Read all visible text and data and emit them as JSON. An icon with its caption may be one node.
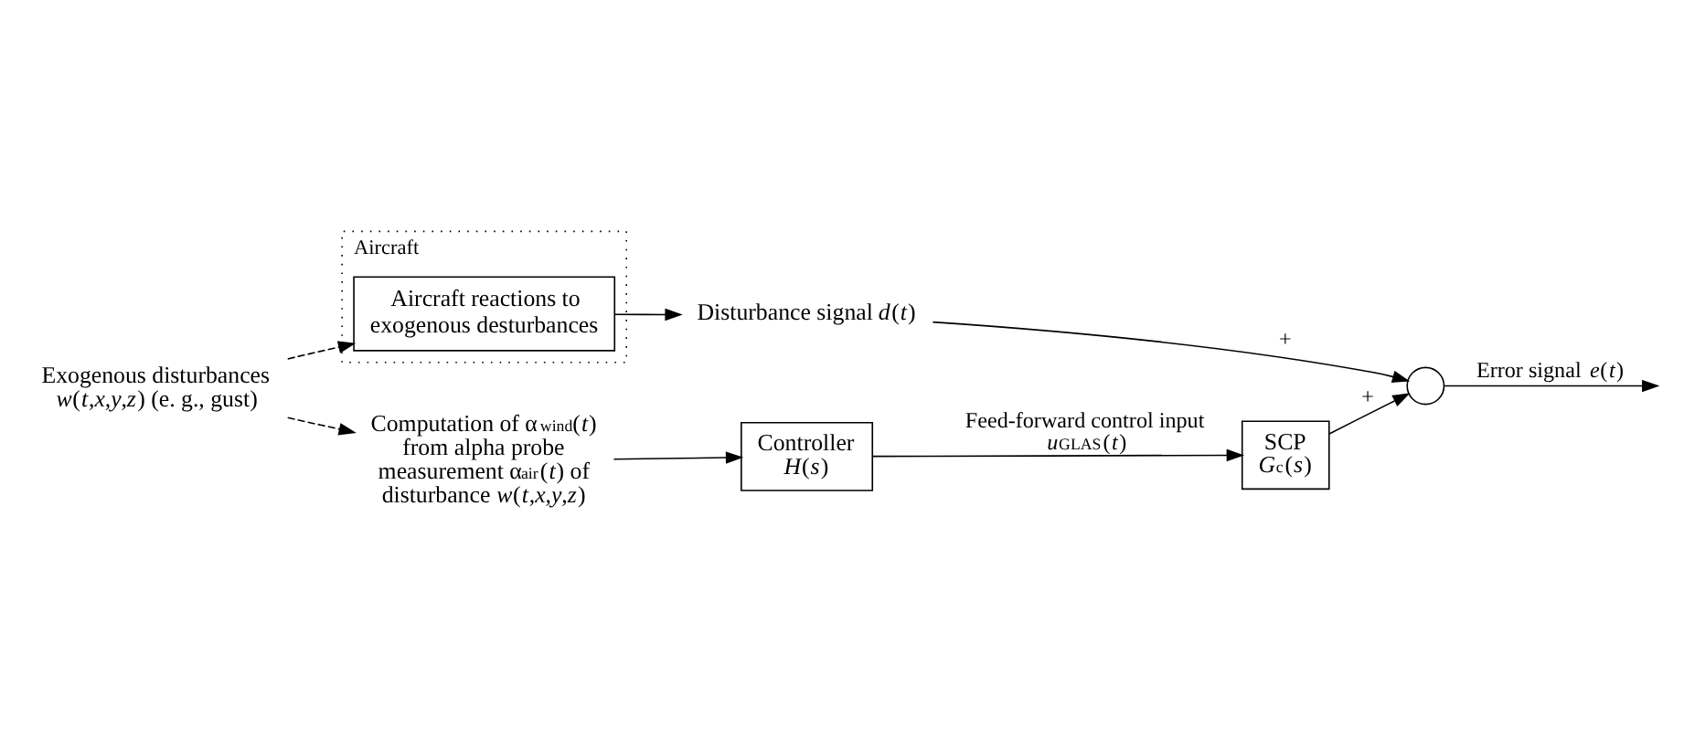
{
  "diagram": {
    "nodes": [
      {
        "text": [
          "Aircraft"
        ]
      },
      {
        "text": [
          "Aircraft reactions to exogenous desturbances"
        ],
        "in": 0
      },
      {
        "text": [
          "Exogenous disturbances *w*(*t*,*x*,*y*,*z*) (e. g., gust)"
        ]
      },
      {
        "text": [
          "Computation of α$_{wind}$(*t*) from alpha probe measurement α$_{air}$(*t*) of disturbance *w*(*t*,*x*,*y*,*z*)"
        ]
      },
      {
        "text": [
          "Controller",
          "*H⃗*(*s*)"
        ]
      },
      {
        "text": [
          "SCP",
          "*G*$_{c}$(*s*)"
        ]
      },
      {
        "text": [],
        "shape": "circle"
      },
      {
        "text": [
          "Disturbance signal *d⃗*(*t*)"
        ]
      }
    ],
    "edges": [
      {
        "from": 2,
        "to": 1,
        "arrow": "to",
        "style": "dashed"
      },
      {
        "from": 2,
        "to": 3,
        "arrow": "to",
        "style": "dashed"
      },
      {
        "from": 3,
        "to": 4,
        "arrow": "to"
      },
      {
        "from": 4,
        "to": 5,
        "arrow": "to",
        "label": "Feed-forward control input *u⃗*$_{GLAS}$(*t*)"
      },
      {
        "from": 5,
        "to": 6,
        "arrow": "to",
        "label": "+"
      },
      {
        "from": 1,
        "to": 7,
        "arrow": "to"
      },
      {
        "from": 7,
        "to": 6,
        "arrow": "to",
        "label": "+"
      },
      {
        "from": 6,
        "to": null,
        "arrow": "to",
        "label": "Error signal *e⃗*(*t*)"
      }
    ]
  }
}
